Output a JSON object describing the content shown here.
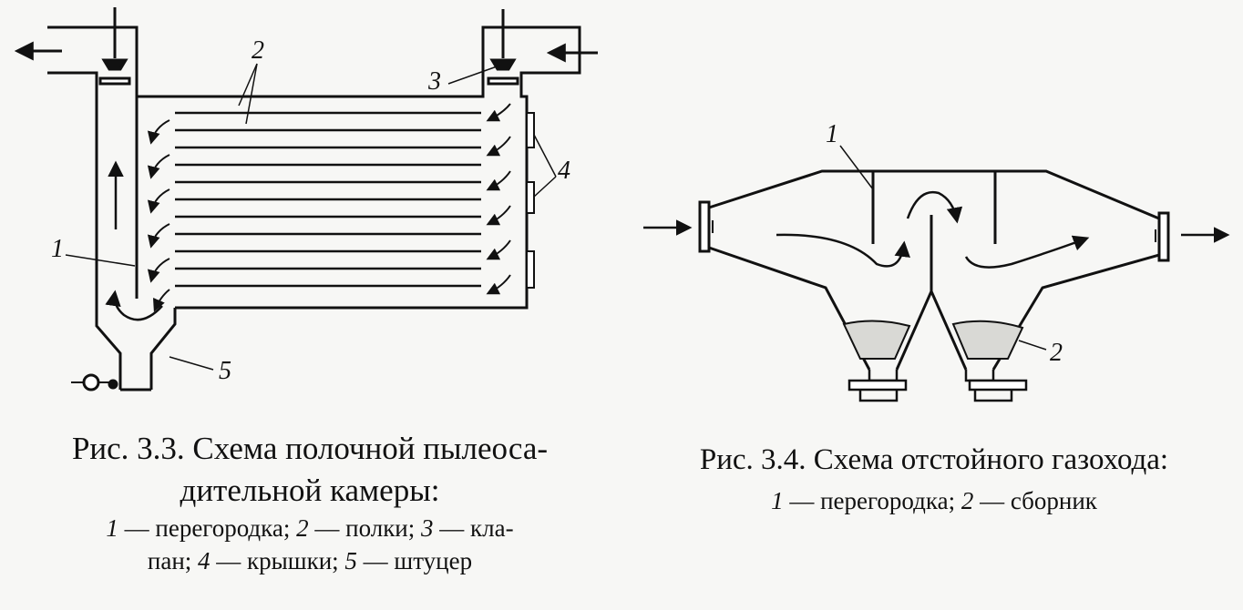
{
  "figure1": {
    "caption_line1": "Рис. 3.3. Схема полочной пылеоса-",
    "caption_line2": "дительной камеры:",
    "legend": [
      {
        "num": "1",
        "text": " — перегородка; "
      },
      {
        "num": "2",
        "text": " — полки; "
      },
      {
        "num": "3",
        "text": " — кла-"
      },
      {
        "num": "",
        "text": "пан; "
      },
      {
        "num": "4",
        "text": " — крышки; "
      },
      {
        "num": "5",
        "text": " — штуцер"
      }
    ],
    "labels": {
      "l1": "1",
      "l2": "2",
      "l3": "3",
      "l4": "4",
      "l5": "5"
    }
  },
  "figure2": {
    "caption_line1": "Рис. 3.4. Схема отстойного газохода:",
    "legend": [
      {
        "num": "1",
        "text": " — перегородка; "
      },
      {
        "num": "2",
        "text": " — сборник"
      }
    ],
    "labels": {
      "l1": "1",
      "l2": "2"
    }
  },
  "colors": {
    "ink": "#111111",
    "paper": "#f7f7f5"
  }
}
